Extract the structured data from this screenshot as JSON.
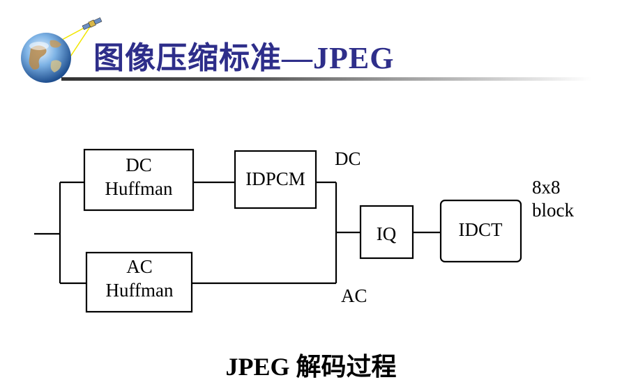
{
  "slide": {
    "title": "图像压缩标准—JPEG",
    "caption": "JPEG 解码过程",
    "title_color": "#2e2e8a",
    "logo_icon": "globe-with-satellite-icon"
  },
  "diagram": {
    "blocks": {
      "dc_huffman": {
        "line1": "DC",
        "line2": "Huffman"
      },
      "ac_huffman": {
        "line1": "AC",
        "line2": "Huffman"
      },
      "idpcm": "IDPCM",
      "iq": "IQ",
      "idct": "IDCT"
    },
    "signals": {
      "dc": "DC",
      "ac": "AC",
      "output_line1": "8x8",
      "output_line2": "block"
    }
  }
}
